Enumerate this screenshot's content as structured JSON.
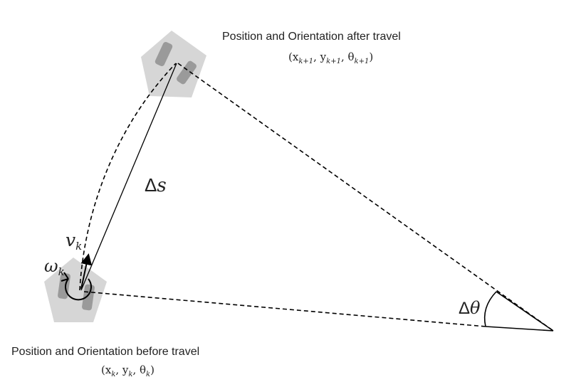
{
  "labels": {
    "after_title": "Position and Orientation after travel",
    "before_title": "Position and Orientation before travel",
    "after_state_main": "(x",
    "after_state_sub1": "k+1",
    "after_state_y": ", y",
    "after_state_sub2": "k+1",
    "after_state_theta": ", θ",
    "after_state_sub3": "k+1",
    "after_state_close": ")",
    "before_state_main": "(x",
    "before_state_sub1": "k",
    "before_state_y": ", y",
    "before_state_sub2": "k",
    "before_state_theta": ", θ",
    "before_state_sub3": "k",
    "before_state_close": ")",
    "delta_s_delta": "Δ",
    "delta_s_var": "s",
    "delta_theta_delta": "Δ",
    "delta_theta_var": "θ",
    "velocity_var": "v",
    "velocity_sub": "k",
    "omega_var": "ω",
    "omega_sub": "k"
  },
  "colors": {
    "robot_body": "#d6d6d6",
    "robot_wheel": "#9a9a9a",
    "line": "#000000",
    "text": "#222222"
  }
}
